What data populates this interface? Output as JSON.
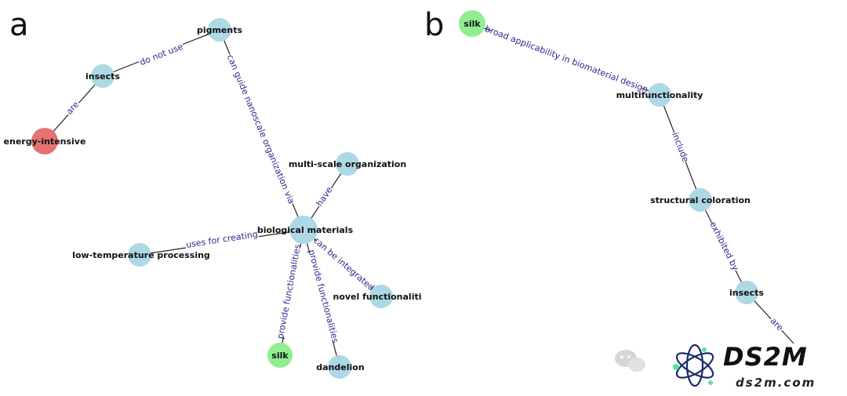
{
  "panels": {
    "a": {
      "letter": "a"
    },
    "b": {
      "letter": "b"
    }
  },
  "colors": {
    "concept": "#add8e6",
    "material": "#90ee90",
    "negative": "#e57373",
    "edge_text": "#2b2b8f"
  },
  "graph_a": {
    "nodes": {
      "pigments": "pigments",
      "insects": "insects",
      "energy_intensive": "energy-intensive",
      "multi_scale": "multi-scale organization",
      "biological_materials": "biological materials",
      "low_temp": "low-temperature processing",
      "novel": "novel functionaliti",
      "silk": "silk",
      "dandelion": "dandelion"
    },
    "edges": {
      "insects_pigments": "do not use",
      "insects_energy": "are",
      "pigments_bio": "can guide nanoscale organization via",
      "bio_multi": "have",
      "bio_lowtemp": "uses for creating",
      "bio_novel": "can be integrated",
      "bio_silk": "provide functionalities",
      "bio_dandelion": "provide functionalities"
    }
  },
  "graph_b": {
    "nodes": {
      "silk": "silk",
      "multifunctionality": "multifunctionality",
      "structural": "structural coloration",
      "insects": "insects"
    },
    "edges": {
      "silk_multi": "broad applicability in biomaterial design",
      "multi_struct": "include",
      "struct_insects": "exhibited by",
      "insects_out": "are"
    }
  },
  "watermark": {
    "logo_text": "DS2M",
    "logo_sub": "ds2m.com"
  }
}
